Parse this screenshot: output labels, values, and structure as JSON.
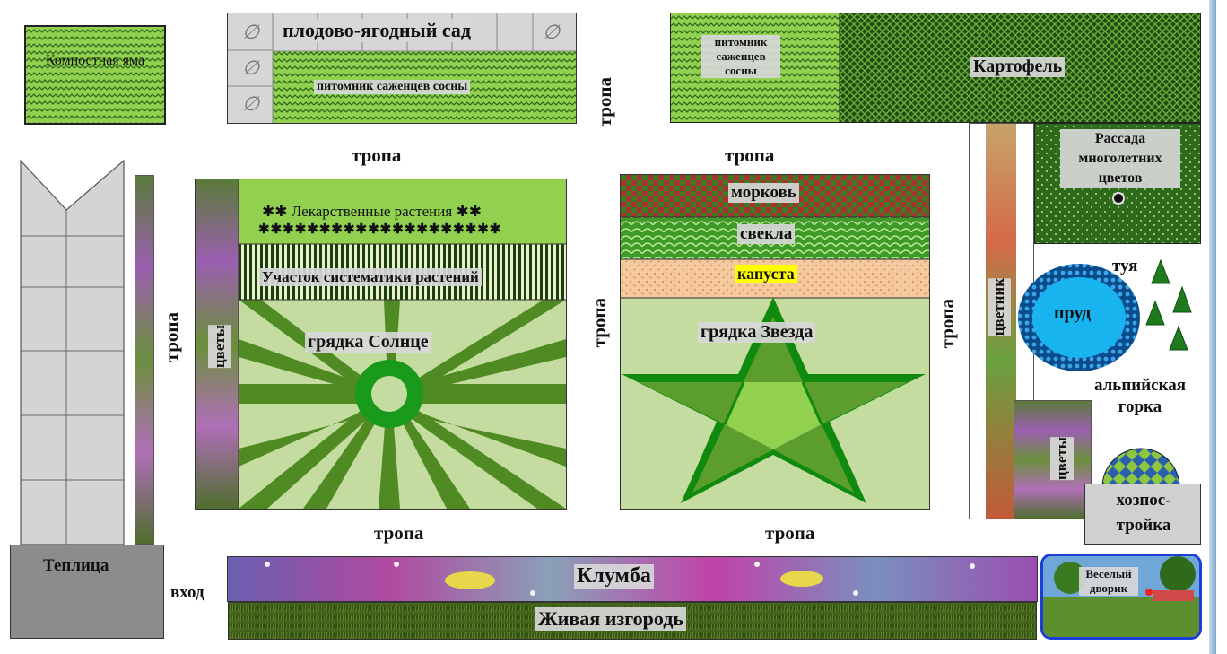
{
  "labels": {
    "compost": "Компостная яма",
    "orchard": "плодово-ягодный сад",
    "pine_nursery_left": "питомник саженцев сосны",
    "pine_nursery_right": "питомник саженцев сосны",
    "potato": "Картофель",
    "seedlings": "Рассада многолетних цветов",
    "medicinal": "Лекарственные растения",
    "systematics": "Участок систематики растений",
    "sun_bed": "грядка Солнце",
    "flowers_left": "цветы",
    "carrot": "морковь",
    "beet": "свекла",
    "cabbage": "капуста",
    "star_bed": "грядка Звезда",
    "flower_garden": "цветник",
    "thuja": "туя",
    "pond": "пруд",
    "alpine": "альпийская горка",
    "flowers_right": "цветы",
    "utility": "хозпос-тройка",
    "greenhouse": "Теплица",
    "entrance": "вход",
    "flowerbed": "Клумба",
    "hedge": "Живая изгородь",
    "yard": "Веселый дворик"
  },
  "paths": {
    "top_left": "тропа",
    "top_right": "тропа",
    "bottom_left": "тропа",
    "bottom_right": "тропа",
    "vertical_top": "тропа",
    "vertical_left": "тропа",
    "vertical_middle": "тропа",
    "vertical_right": "тропа"
  },
  "icons": {
    "medicinal_row1": "✱✱",
    "medicinal_row1_end": "✱✱",
    "medicinal_row2": "✱✱✱✱✱✱✱✱✱✱✱✱✱✱✱✱✱✱✱✱"
  },
  "colors": {
    "light_green": "#92d050",
    "dark_green": "#2f6b1a",
    "pale_green": "#c4dca0",
    "mid_green": "#4f9a2c",
    "carrot_red": "#b03a3a",
    "cabbage_peach": "#f5c9a0",
    "pond_blue": "#18b4f0",
    "gray": "#d4d4d4",
    "dark_gray": "#8c8c8c"
  }
}
